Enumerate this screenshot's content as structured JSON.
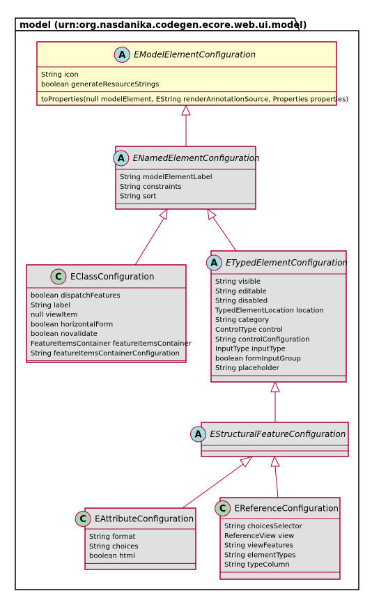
{
  "package": {
    "title": "model (urn:org.nasdanika.codegen.ecore.web.ui.model)"
  },
  "colors": {
    "border": "#A80036",
    "root_fill": "#FEFECE",
    "class_fill": "#E0E0E0",
    "abstract_circle": "#A9DCDF",
    "class_circle": "#ADD1B2"
  },
  "classes": {
    "emodel": {
      "stereotype_letter": "A",
      "name": "EModelElementConfiguration",
      "abstract": true,
      "attributes": [
        "String icon",
        "boolean generateResourceStrings"
      ],
      "operations": [
        "toProperties(null modelElement, EString renderAnnotationSource, Properties properties)"
      ]
    },
    "enamed": {
      "stereotype_letter": "A",
      "name": "ENamedElementConfiguration",
      "abstract": true,
      "attributes": [
        "String modelElementLabel",
        "String constraints",
        "String sort"
      ],
      "operations": []
    },
    "eclass": {
      "stereotype_letter": "C",
      "name": "EClassConfiguration",
      "abstract": false,
      "attributes": [
        "boolean dispatchFeatures",
        "String label",
        "null viewItem",
        "boolean horizontalForm",
        "boolean novalidate",
        "FeatureItemsContainer featureItemsContainer",
        "String featureItemsContainerConfiguration"
      ],
      "operations": []
    },
    "etyped": {
      "stereotype_letter": "A",
      "name": "ETypedElementConfiguration",
      "abstract": true,
      "attributes": [
        "String visible",
        "String editable",
        "String disabled",
        "TypedElementLocation location",
        "String category",
        "ControlType control",
        "String controlConfiguration",
        "InputType inputType",
        "boolean formInputGroup",
        "String placeholder"
      ],
      "operations": []
    },
    "estructural": {
      "stereotype_letter": "A",
      "name": "EStructuralFeatureConfiguration",
      "abstract": true,
      "attributes": [],
      "operations": []
    },
    "eattribute": {
      "stereotype_letter": "C",
      "name": "EAttributeConfiguration",
      "abstract": false,
      "attributes": [
        "String format",
        "String choices",
        "boolean html"
      ],
      "operations": []
    },
    "ereference": {
      "stereotype_letter": "C",
      "name": "EReferenceConfiguration",
      "abstract": false,
      "attributes": [
        "String choicesSelector",
        "ReferenceView view",
        "String viewFeatures",
        "String elementTypes",
        "String typeColumn"
      ],
      "operations": []
    }
  },
  "generalizations": [
    {
      "child": "enamed",
      "parent": "emodel"
    },
    {
      "child": "eclass",
      "parent": "enamed"
    },
    {
      "child": "etyped",
      "parent": "enamed"
    },
    {
      "child": "estructural",
      "parent": "etyped"
    },
    {
      "child": "eattribute",
      "parent": "estructural"
    },
    {
      "child": "ereference",
      "parent": "estructural"
    }
  ]
}
